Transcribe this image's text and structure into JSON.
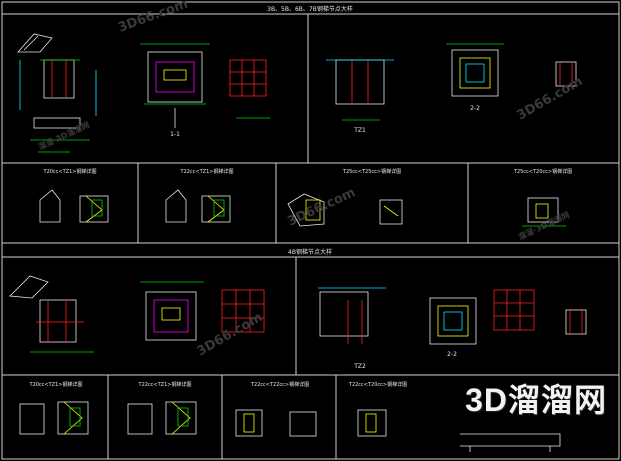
{
  "drawing": {
    "title_top": "3B、5B、6B、7B钢梯节点大样",
    "title_mid": "4B钢梯节点大样",
    "section_11": "1-1",
    "section_22": "2-2",
    "col_label": "TZ1",
    "col_label_mid": "TZ2",
    "rows": {
      "row2": [
        "T20cc<TZ1>钢梯详图",
        "T22cc<TZ1>钢梯详图",
        "T25cc<T25cc>钢梯详图",
        "T25cc<T20cc>钢梯详图"
      ],
      "row4": [
        "T20cc<TZ1>钢梯详图",
        "T22cc<TZ1>钢梯详图",
        "T22cc<T22cc>钢梯详图",
        "T22cc<T20cc>钢梯详图"
      ]
    },
    "watermark_text": "3D66.com",
    "watermark_sub": "溜溜·3D溜溜网",
    "brand": "3D溜溜网"
  },
  "colors": {
    "background": "#000000",
    "line_white": "#e8e8e8",
    "line_cyan": "#00e5ff",
    "line_green": "#00d200",
    "line_red": "#ff2020",
    "line_magenta": "#ff00ff",
    "line_yellow": "#ffff00"
  }
}
